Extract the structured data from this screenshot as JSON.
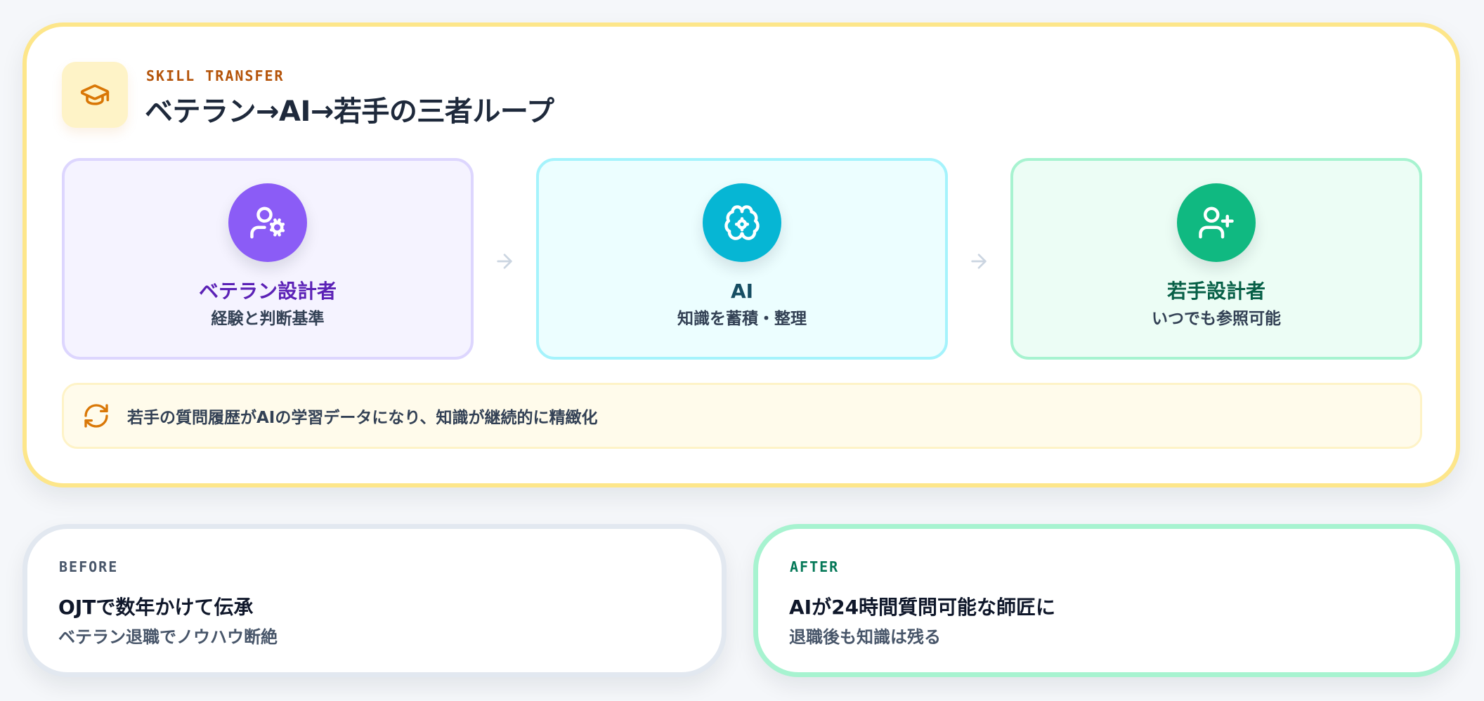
{
  "header": {
    "eyebrow": "SKILL TRANSFER",
    "title": "ベテラン→AI→若手の三者ループ",
    "icon": "graduation-cap-icon"
  },
  "roles": [
    {
      "name": "ベテラン設計者",
      "description": "経験と判断基準",
      "icon": "user-cog-icon",
      "color": "#8b5cf6"
    },
    {
      "name": "AI",
      "description": "知識を蓄積・整理",
      "icon": "brain-cog-icon",
      "color": "#06b6d4"
    },
    {
      "name": "若手設計者",
      "description": "いつでも参照可能",
      "icon": "user-plus-icon",
      "color": "#10b981"
    }
  ],
  "flow_arrow": "arrow-right-icon",
  "loop": {
    "icon": "refresh-icon",
    "text": "若手の質問履歴がAIの学習データになり、知識が継続的に精緻化"
  },
  "comparison": {
    "before": {
      "label": "BEFORE",
      "headline": "OJTで数年かけて伝承",
      "detail": "ベテラン退職でノウハウ断絶"
    },
    "after": {
      "label": "AFTER",
      "headline": "AIが24時間質問可能な師匠に",
      "detail": "退職後も知識は残る"
    }
  },
  "colors": {
    "accent_amber": "#b45309",
    "main_border": "#fde68a",
    "after_border": "#a7f3d0",
    "before_border": "#e2e8f0"
  }
}
